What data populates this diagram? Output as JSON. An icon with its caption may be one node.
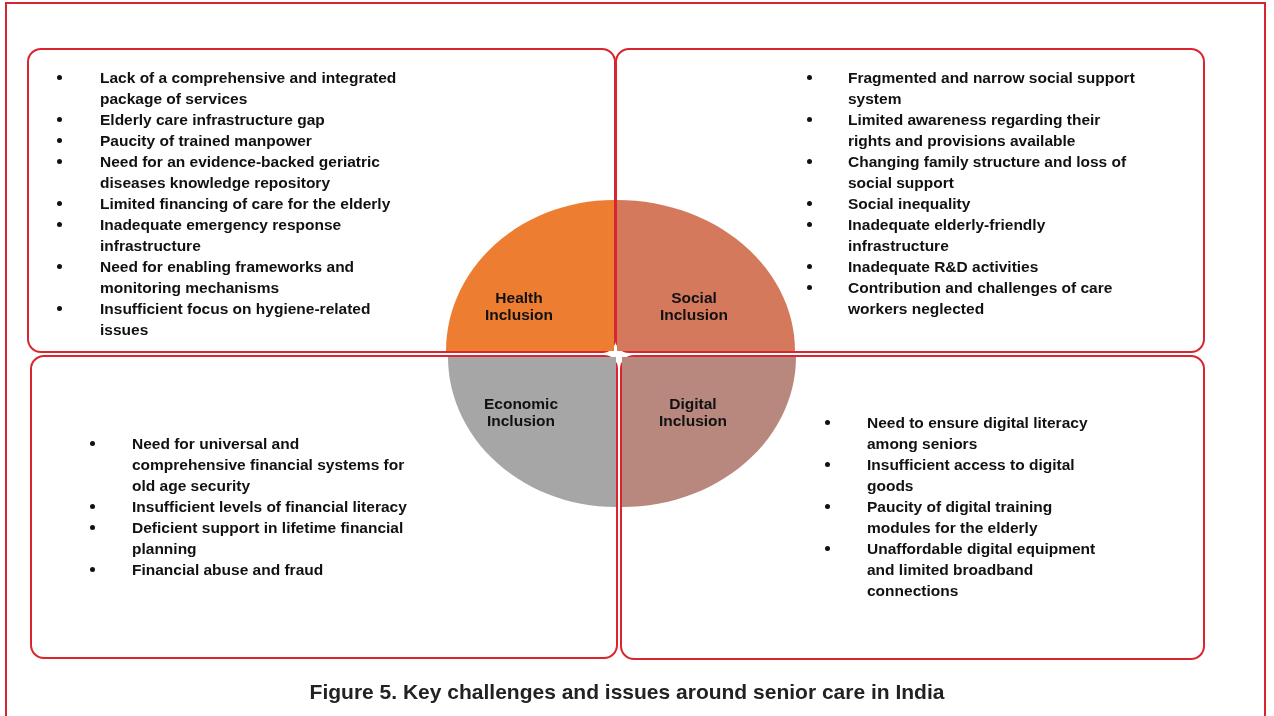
{
  "diagram": {
    "caption": "Figure 5. Key challenges and issues around senior care in India",
    "nodes": [
      {
        "text": [
          "Lack of a comprehensive and integrated package of services",
          "Elderly care infrastructure gap",
          "Paucity of trained manpower",
          "Need for an evidence-backed geriatric diseases knowledge repository",
          "Limited financing of care for the elderly",
          "Inadequate emergency response infrastructure",
          "Need for enabling frameworks and monitoring mechanisms",
          "Insufficient focus on hygiene-related issues"
        ]
      },
      {
        "text": [
          "Fragmented and narrow social support system",
          "Limited awareness regarding their rights and provisions available",
          "Changing family structure and loss of social support",
          "Social inequality",
          "Inadequate elderly-friendly infrastructure",
          "Inadequate R&D activities",
          "Contribution and challenges of care workers neglected"
        ]
      },
      {
        "text": [
          "Need for universal and comprehensive financial systems for old age security",
          "Insufficient levels of financial literacy",
          "Deficient support in lifetime financial planning",
          "Financial abuse and fraud"
        ]
      },
      {
        "text": [
          "Need to ensure digital literacy among seniors",
          "Insufficient access to digital goods",
          "Paucity of digital training modules for the elderly",
          "Unaffordable digital equipment and limited broadband connections"
        ]
      },
      {
        "text": [
          "Health Inclusion"
        ],
        "in": 0
      },
      {
        "text": [
          "Social Inclusion"
        ],
        "in": 1
      },
      {
        "text": [
          "Economic Inclusion"
        ],
        "in": 2
      },
      {
        "text": [
          "Digital Inclusion"
        ],
        "in": 3
      }
    ],
    "edges": []
  }
}
